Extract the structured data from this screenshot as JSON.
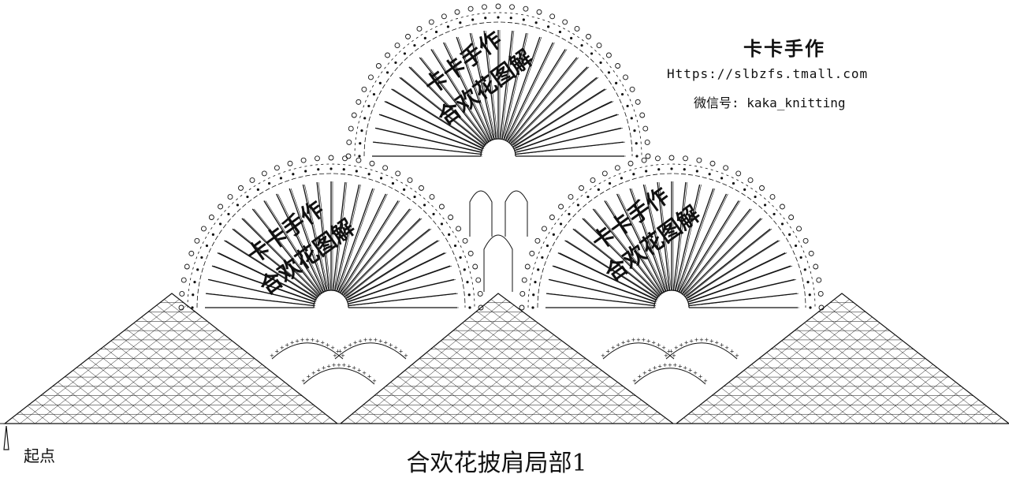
{
  "brand": {
    "title": "卡卡手作",
    "url": "Https://slbzfs.tmall.com",
    "wechat": "微信号: kaka_knitting"
  },
  "watermark": {
    "line1": "卡卡手作",
    "line2": "合欢花图解"
  },
  "labels": {
    "start": "起点",
    "diagram_title": "合欢花披肩局部1"
  },
  "colors": {
    "ink": "#111111",
    "background": "#ffffff"
  }
}
